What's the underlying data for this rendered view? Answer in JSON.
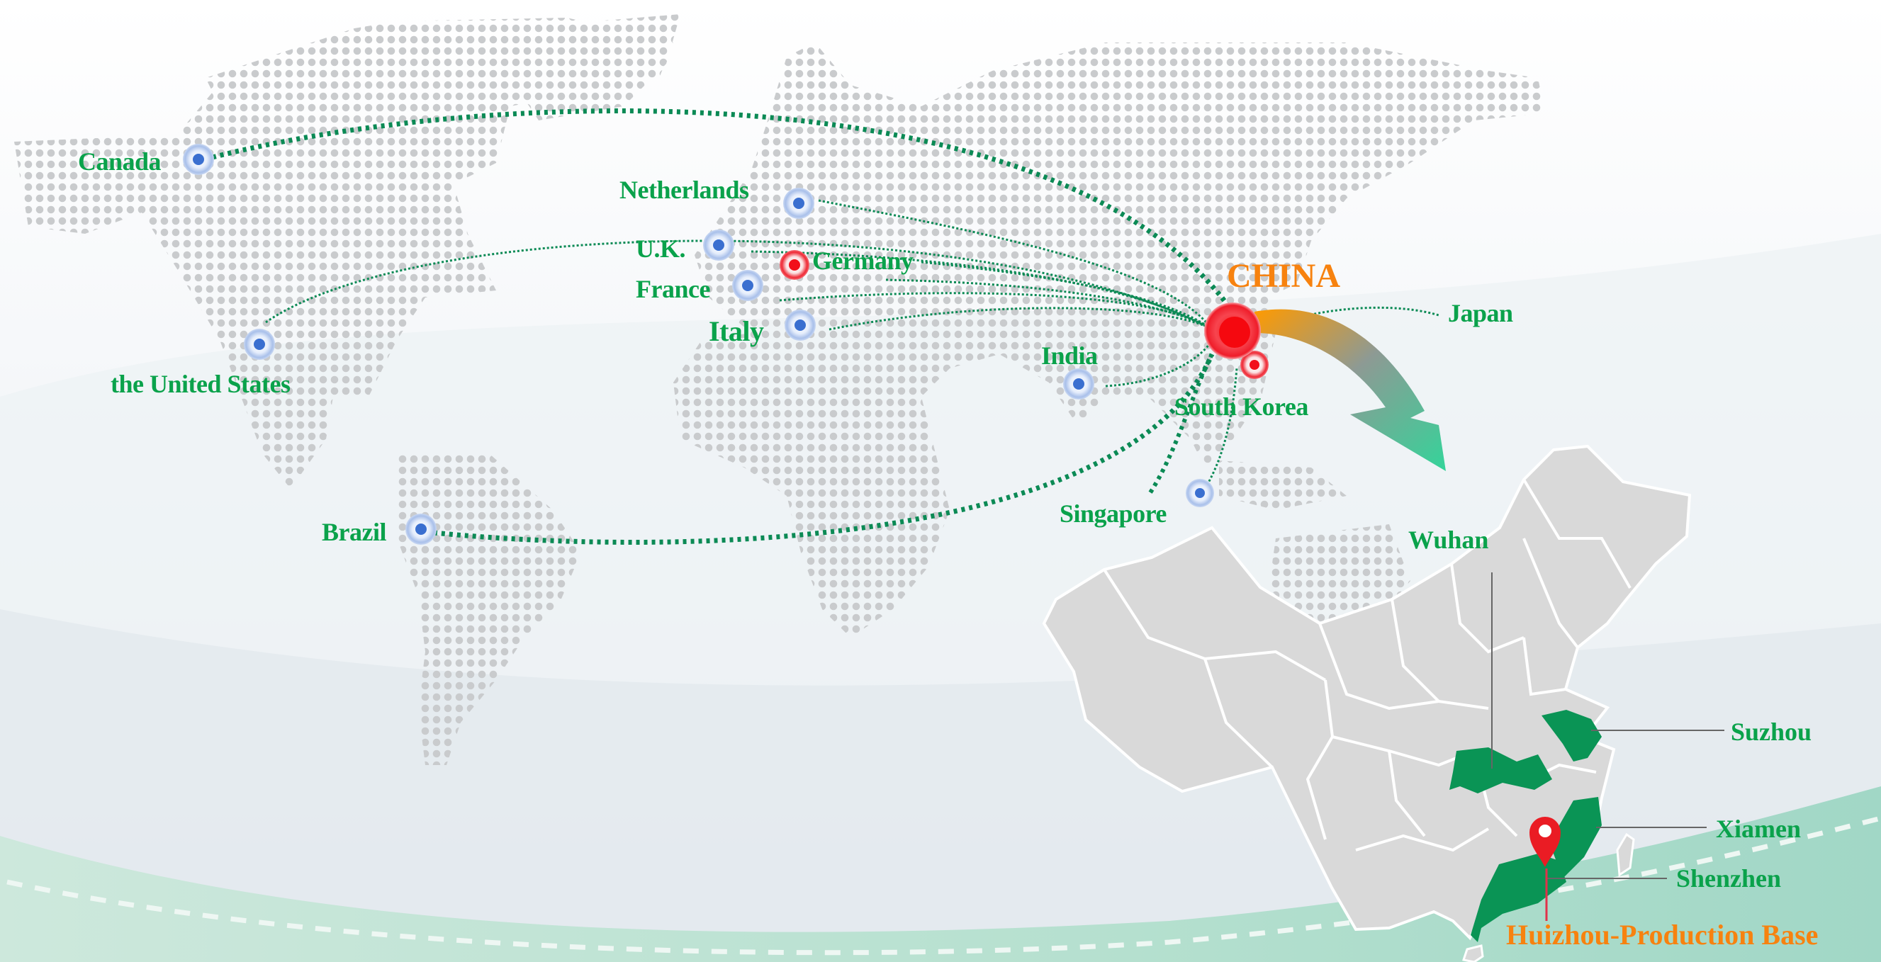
{
  "colors": {
    "label_green": "#0aa24b",
    "china_orange": "#f7820f",
    "route_green": "#0b8a55",
    "marker_blue": "#3a6fd0",
    "marker_red": "#f20f1a",
    "dot_gray": "#c9cbcd",
    "china_map_fill": "#d9d9d9",
    "highlight_province": "#0a9455",
    "pin_red": "#ea1c24",
    "wave_green": "#a3d8c8"
  },
  "world_map": {
    "hub": {
      "label": "CHINA",
      "marker": "red-hub-marker"
    },
    "countries": [
      {
        "name": "Canada",
        "marker": "blue"
      },
      {
        "name": "the United States",
        "marker": "blue"
      },
      {
        "name": "Brazil",
        "marker": "blue"
      },
      {
        "name": "Netherlands",
        "marker": "blue"
      },
      {
        "name": "U.K.",
        "marker": "blue"
      },
      {
        "name": "Germany",
        "marker": "red"
      },
      {
        "name": "France",
        "marker": "blue"
      },
      {
        "name": "Italy",
        "marker": "blue"
      },
      {
        "name": "India",
        "marker": "blue"
      },
      {
        "name": "Singapore",
        "marker": "blue"
      },
      {
        "name": "South Korea",
        "marker": "red"
      },
      {
        "name": "Japan",
        "marker": "none"
      }
    ]
  },
  "china_map": {
    "cities": [
      {
        "name": "Wuhan"
      },
      {
        "name": "Suzhou"
      },
      {
        "name": "Xiamen"
      },
      {
        "name": "Shenzhen"
      }
    ],
    "production_base": "Huizhou-Production Base"
  }
}
